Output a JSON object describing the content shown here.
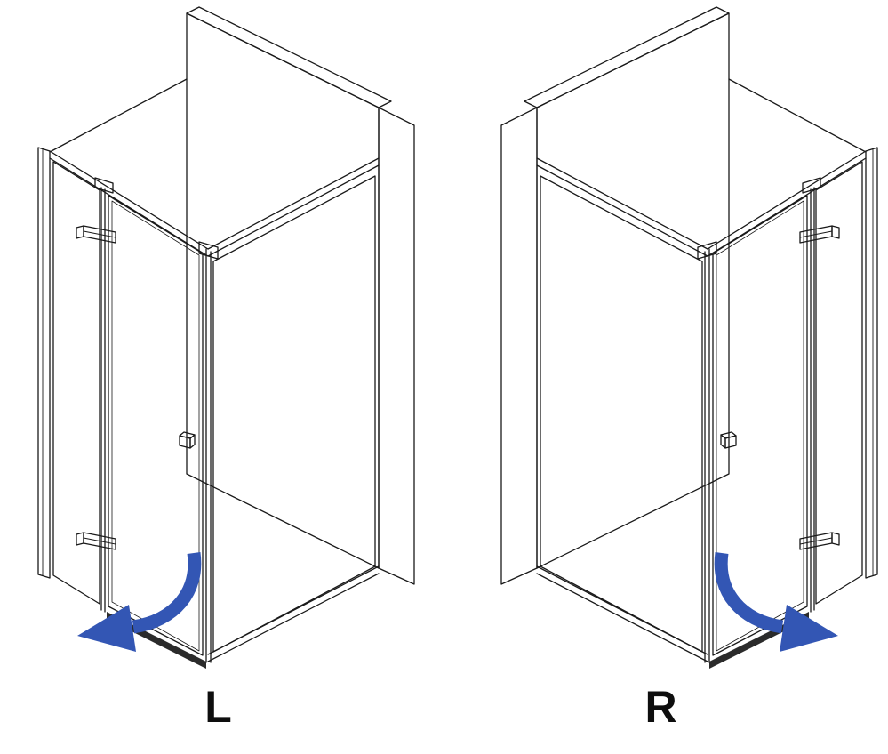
{
  "page": {
    "background": "#ffffff"
  },
  "colors": {
    "arrow": "#3356b4",
    "line": "#1a1a1a",
    "label": "#0e0e0e"
  },
  "figures": [
    {
      "label": "L",
      "arrow_icon": "door-swing-arrow-left"
    },
    {
      "label": "R",
      "arrow_icon": "door-swing-arrow-right"
    }
  ]
}
